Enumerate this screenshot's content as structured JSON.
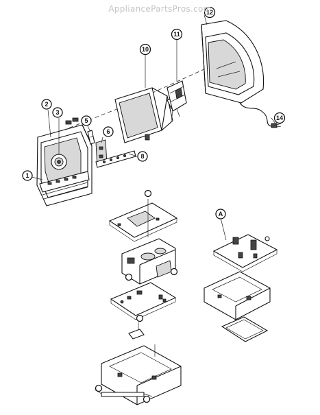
{
  "watermark": "AppliancePartsPros.com",
  "callouts": {
    "c1": "1",
    "c2": "2",
    "c3": "3",
    "c5": "5",
    "c6": "6",
    "c8": "8",
    "c10": "10",
    "c11": "11",
    "c12": "12",
    "c14": "14",
    "cA": "A"
  }
}
